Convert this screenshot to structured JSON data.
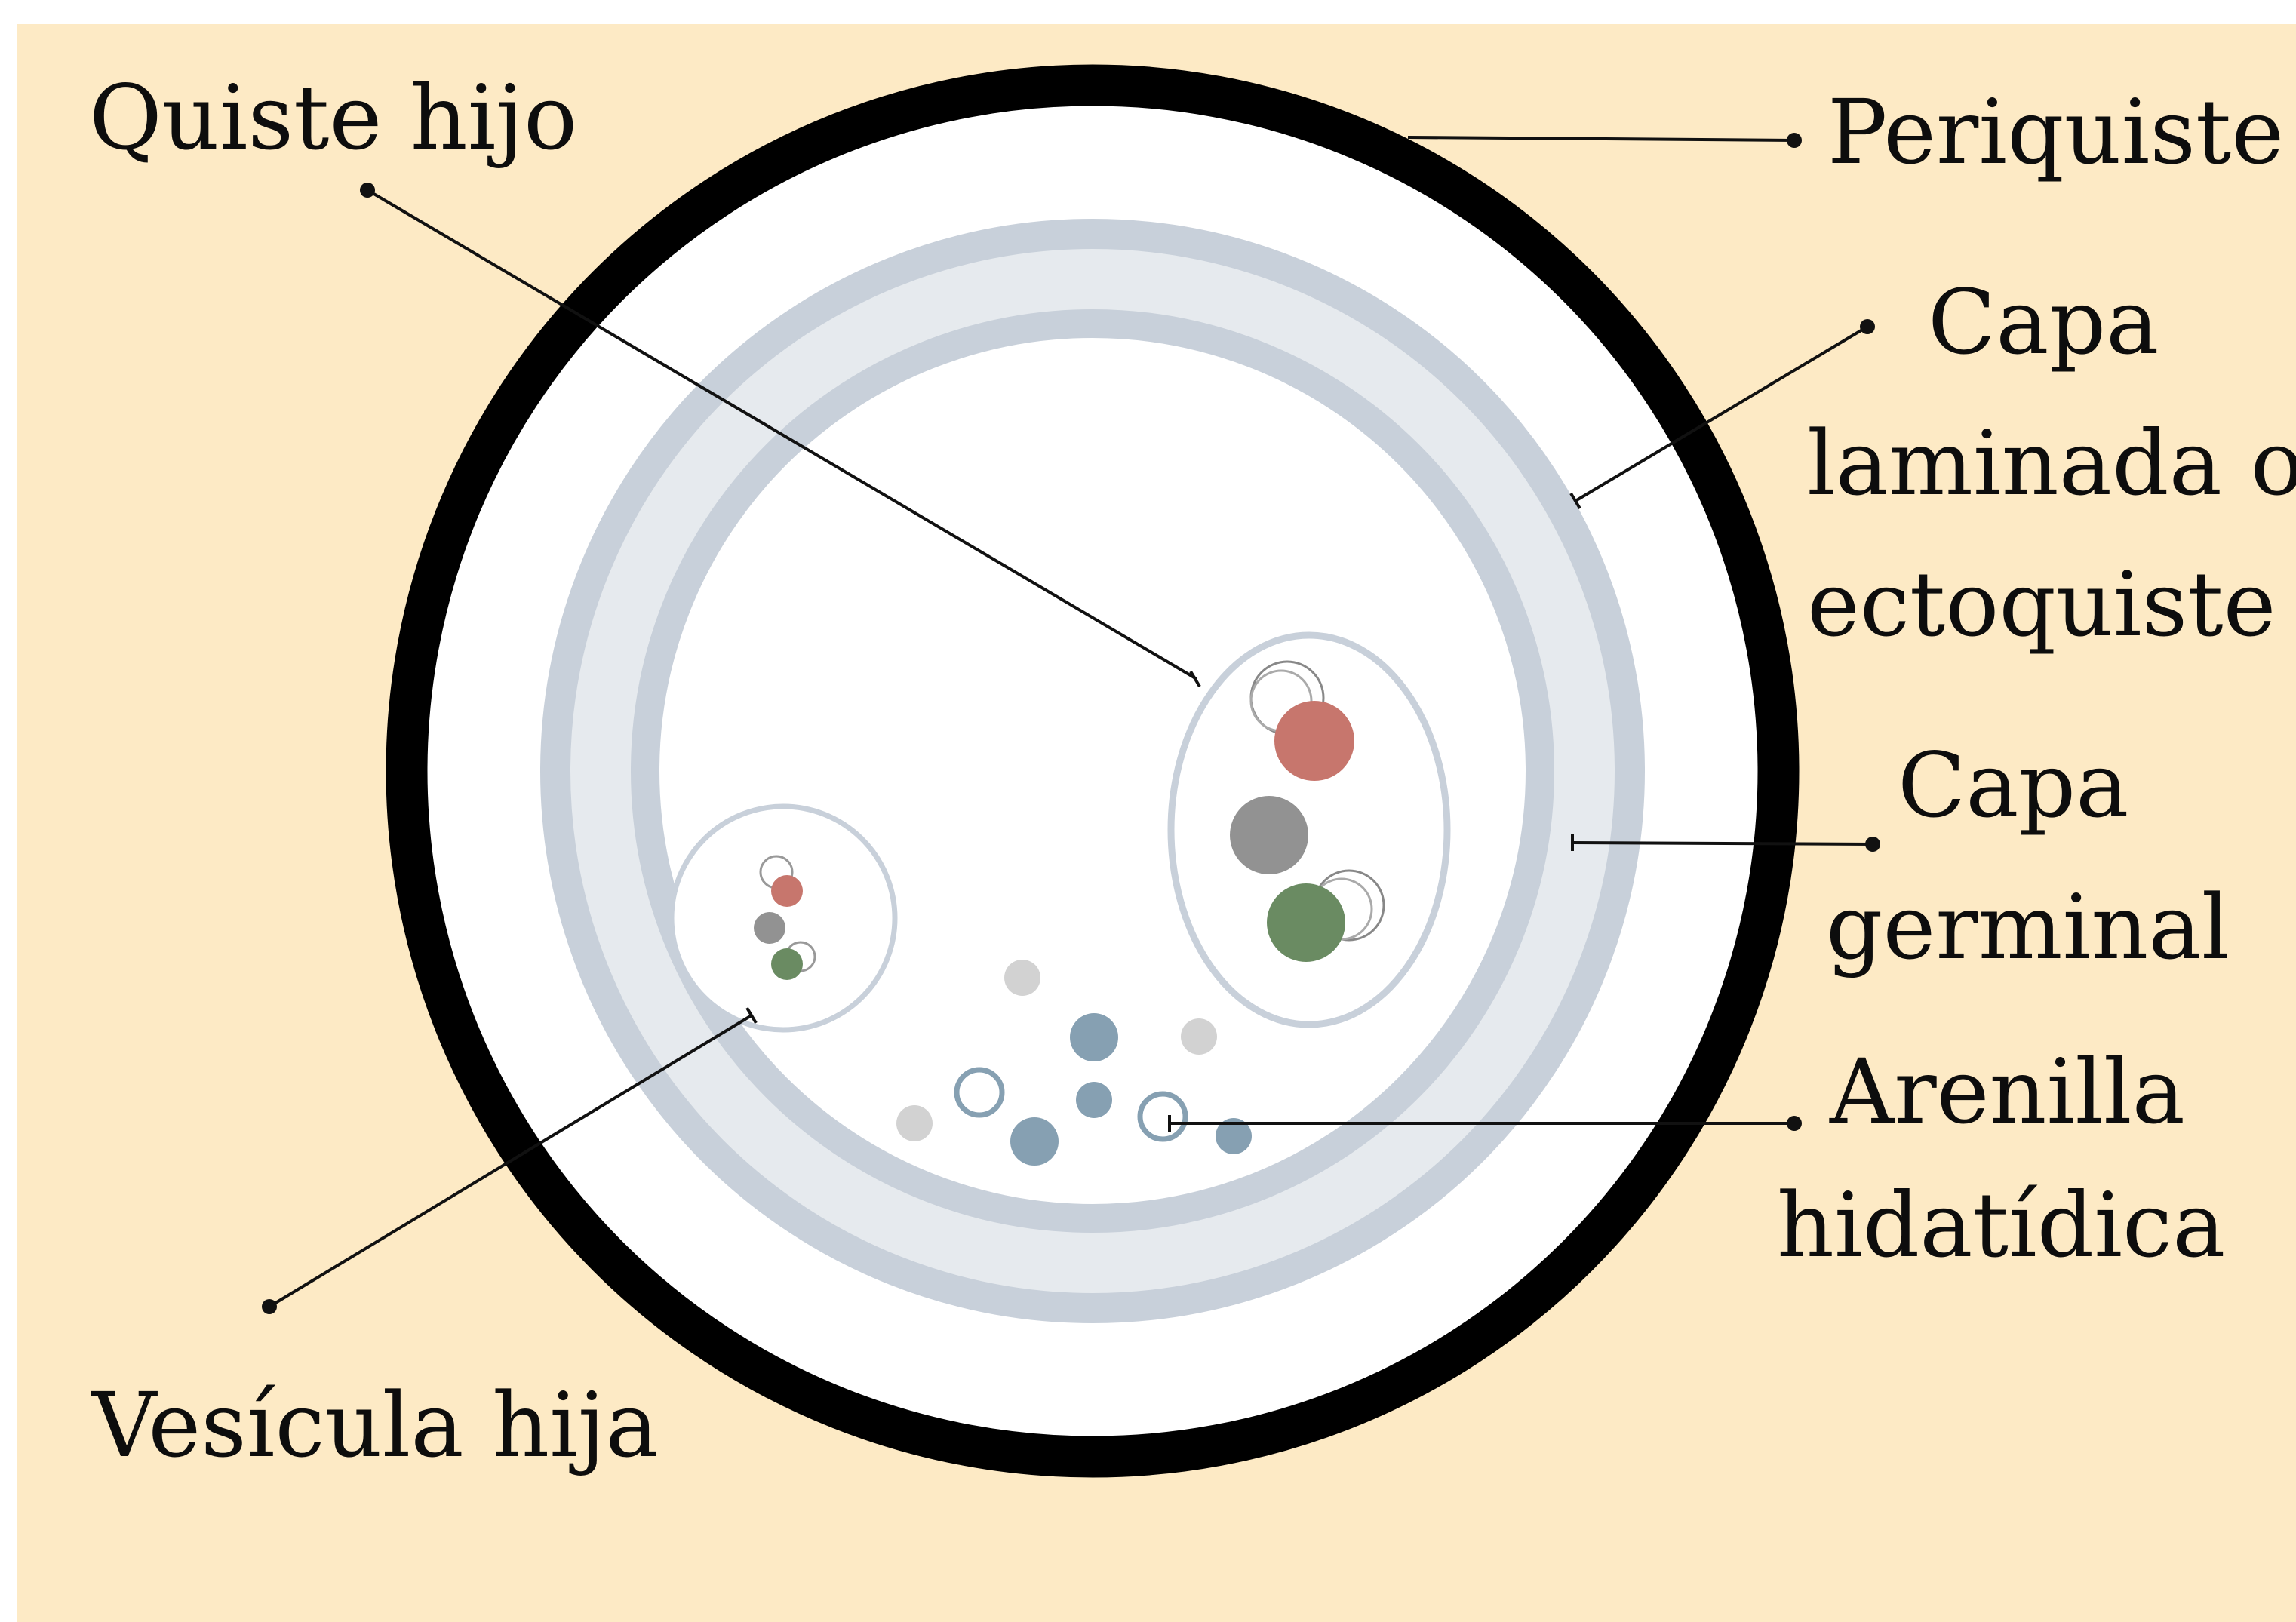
{
  "colors": {
    "background": "#fdeac5",
    "outer_ring": "#000000",
    "cyst_fill": "#ffffff",
    "laminated_layer": "#e6eaee",
    "layer_stroke": "#c8d0da",
    "pink": "#c7766d",
    "grey": "#929292",
    "green": "#6a8b62",
    "blue": "#86a0b2",
    "light_grey": "#d2d2d2"
  },
  "labels": {
    "quiste_hijo": "Quiste hijo",
    "periquiste": "Periquiste",
    "capa_laminada": [
      "Capa",
      "laminada o",
      "ectoquiste"
    ],
    "capa_germinal": [
      "Capa",
      "germinal"
    ],
    "arenilla": [
      "Arenilla",
      "hidatídica"
    ],
    "vesicula_hija": "Vesícula hija"
  }
}
